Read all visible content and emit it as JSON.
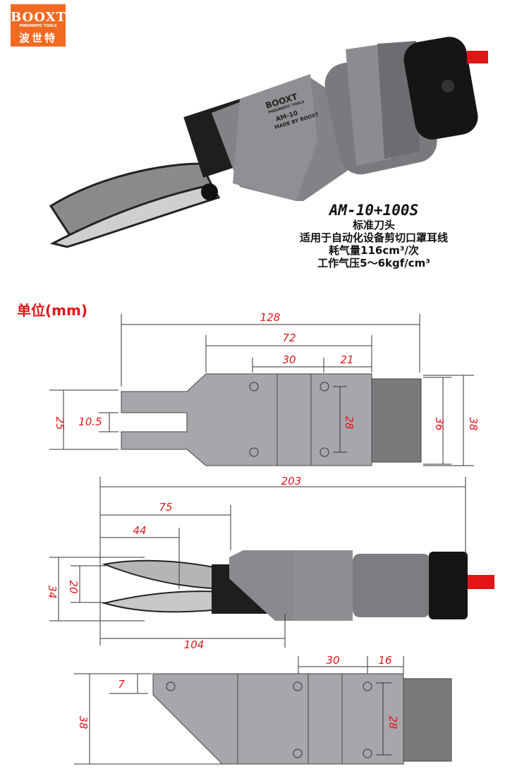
{
  "logo": {
    "brand": "BOOXT",
    "tagline": "PNEUMATIC TOOLS",
    "chinese": "波世特"
  },
  "product": {
    "engraving": [
      "BOOXT",
      "PNEUMATIC TOOLS",
      "AM-10",
      "MADE BY BOOXT"
    ]
  },
  "specs": {
    "model": "AM-10+100S",
    "lines": [
      "标准刀头",
      "适用于自动化设备剪切口罩耳线",
      "耗气量116cm³/次",
      "工作气压5～6kgf/cm³"
    ]
  },
  "unit_label": "单位(mm)",
  "colors": {
    "logo": "#f26a21",
    "dimension": "#e0161b",
    "body": "#a7a7ab",
    "dark": "#7a7a7c"
  },
  "top_view": {
    "dims": [
      "128",
      "72",
      "30",
      "21",
      "25",
      "10.5",
      "28",
      "36",
      "38"
    ]
  },
  "side_view": {
    "dims": [
      "203",
      "75",
      "44",
      "34",
      "20",
      "104"
    ]
  },
  "bottom_view": {
    "dims": [
      "30",
      "16",
      "7",
      "38",
      "28"
    ]
  }
}
